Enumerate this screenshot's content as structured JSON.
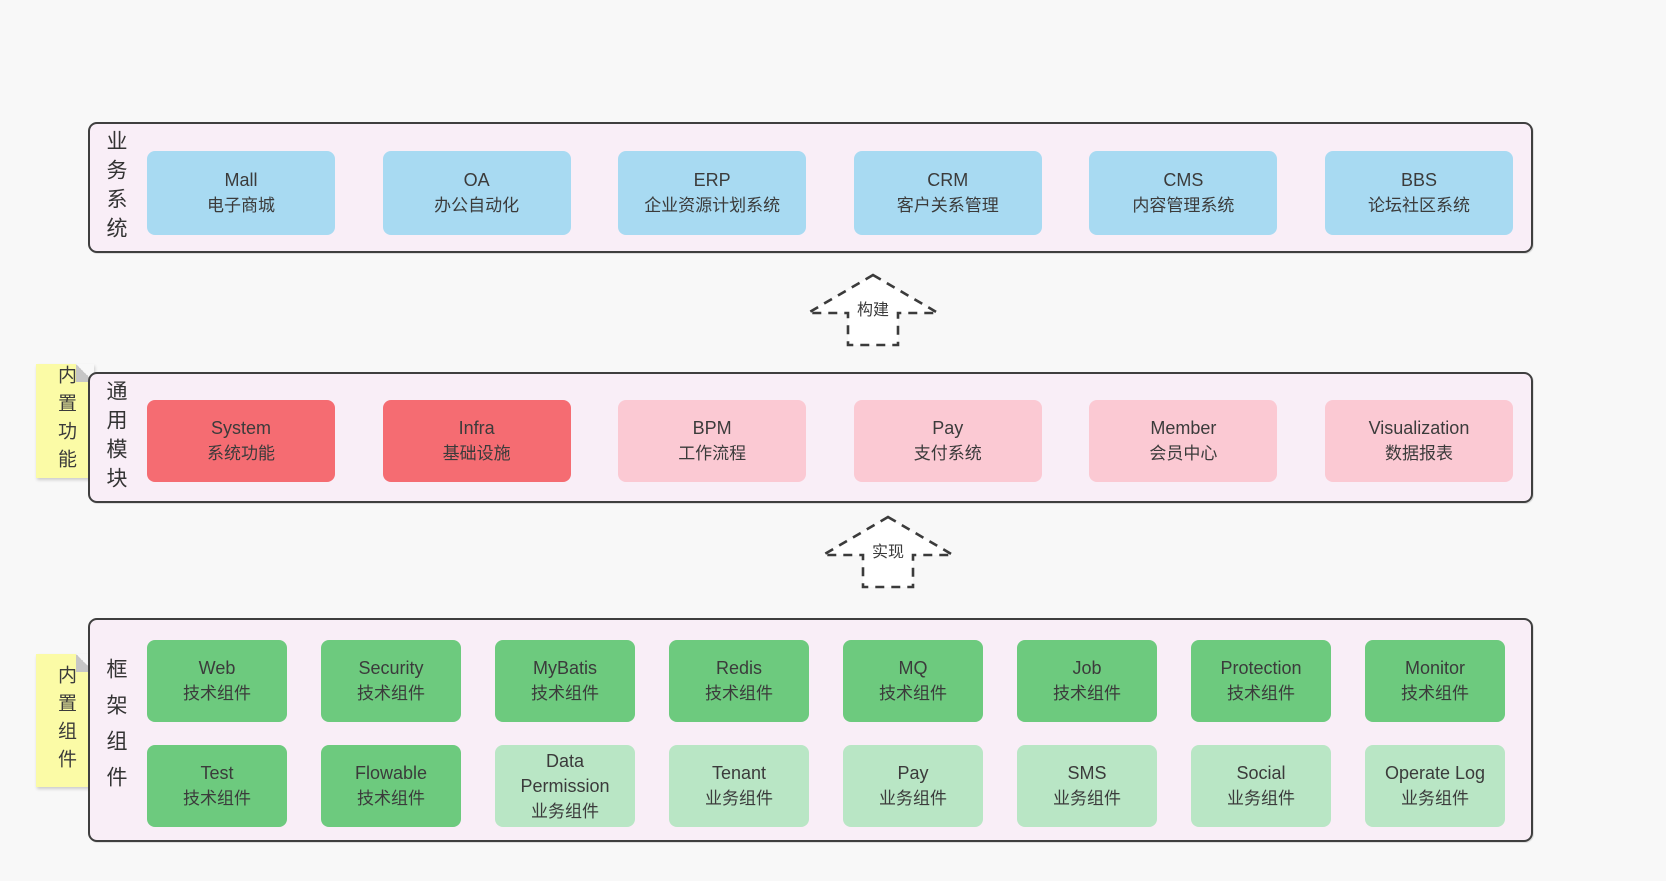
{
  "colors": {
    "page_bg": "#f8f8f8",
    "band_bg": "#f9eef7",
    "band_border": "#3f3f3f",
    "blue": "#a8daf2",
    "red": "#f56c72",
    "pink": "#fbc9d3",
    "green": "#6dca7e",
    "green_light": "#b9e6c5",
    "yellow": "#fbfba6",
    "fold_gray": "#c6c6c6",
    "text": "#3b3b3b",
    "arrow_fill": "#ffffff"
  },
  "arrows": [
    {
      "label": "构建"
    },
    {
      "label": "实现"
    }
  ],
  "bands": [
    {
      "id": "business-systems",
      "label": "业务系统",
      "boxes": [
        {
          "name": "Mall",
          "desc": "电子商城",
          "variant": "blue"
        },
        {
          "name": "OA",
          "desc": "办公自动化",
          "variant": "blue"
        },
        {
          "name": "ERP",
          "desc": "企业资源计划系统",
          "variant": "blue"
        },
        {
          "name": "CRM",
          "desc": "客户关系管理",
          "variant": "blue"
        },
        {
          "name": "CMS",
          "desc": "内容管理系统",
          "variant": "blue"
        },
        {
          "name": "BBS",
          "desc": "论坛社区系统",
          "variant": "blue"
        }
      ]
    },
    {
      "id": "common-modules",
      "label": "通用模块",
      "note": "内置功能",
      "boxes": [
        {
          "name": "System",
          "desc": "系统功能",
          "variant": "red"
        },
        {
          "name": "Infra",
          "desc": "基础设施",
          "variant": "red"
        },
        {
          "name": "BPM",
          "desc": "工作流程",
          "variant": "pink"
        },
        {
          "name": "Pay",
          "desc": "支付系统",
          "variant": "pink"
        },
        {
          "name": "Member",
          "desc": "会员中心",
          "variant": "pink"
        },
        {
          "name": "Visualization",
          "desc": "数据报表",
          "variant": "pink"
        }
      ]
    },
    {
      "id": "framework-components",
      "label": "框架组件",
      "note": "内置组件",
      "rows": [
        [
          {
            "name": "Web",
            "desc": "技术组件",
            "variant": "green"
          },
          {
            "name": "Security",
            "desc": "技术组件",
            "variant": "green"
          },
          {
            "name": "MyBatis",
            "desc": "技术组件",
            "variant": "green"
          },
          {
            "name": "Redis",
            "desc": "技术组件",
            "variant": "green"
          },
          {
            "name": "MQ",
            "desc": "技术组件",
            "variant": "green"
          },
          {
            "name": "Job",
            "desc": "技术组件",
            "variant": "green"
          },
          {
            "name": "Protection",
            "desc": "技术组件",
            "variant": "green"
          },
          {
            "name": "Monitor",
            "desc": "技术组件",
            "variant": "green"
          }
        ],
        [
          {
            "name": "Test",
            "desc": "技术组件",
            "variant": "green"
          },
          {
            "name": "Flowable",
            "desc": "技术组件",
            "variant": "green"
          },
          {
            "name": "Data Permission",
            "desc": "业务组件",
            "variant": "green-light"
          },
          {
            "name": "Tenant",
            "desc": "业务组件",
            "variant": "green-light"
          },
          {
            "name": "Pay",
            "desc": "业务组件",
            "variant": "green-light"
          },
          {
            "name": "SMS",
            "desc": "业务组件",
            "variant": "green-light"
          },
          {
            "name": "Social",
            "desc": "业务组件",
            "variant": "green-light"
          },
          {
            "name": "Operate Log",
            "desc": "业务组件",
            "variant": "green-light"
          }
        ]
      ]
    }
  ]
}
